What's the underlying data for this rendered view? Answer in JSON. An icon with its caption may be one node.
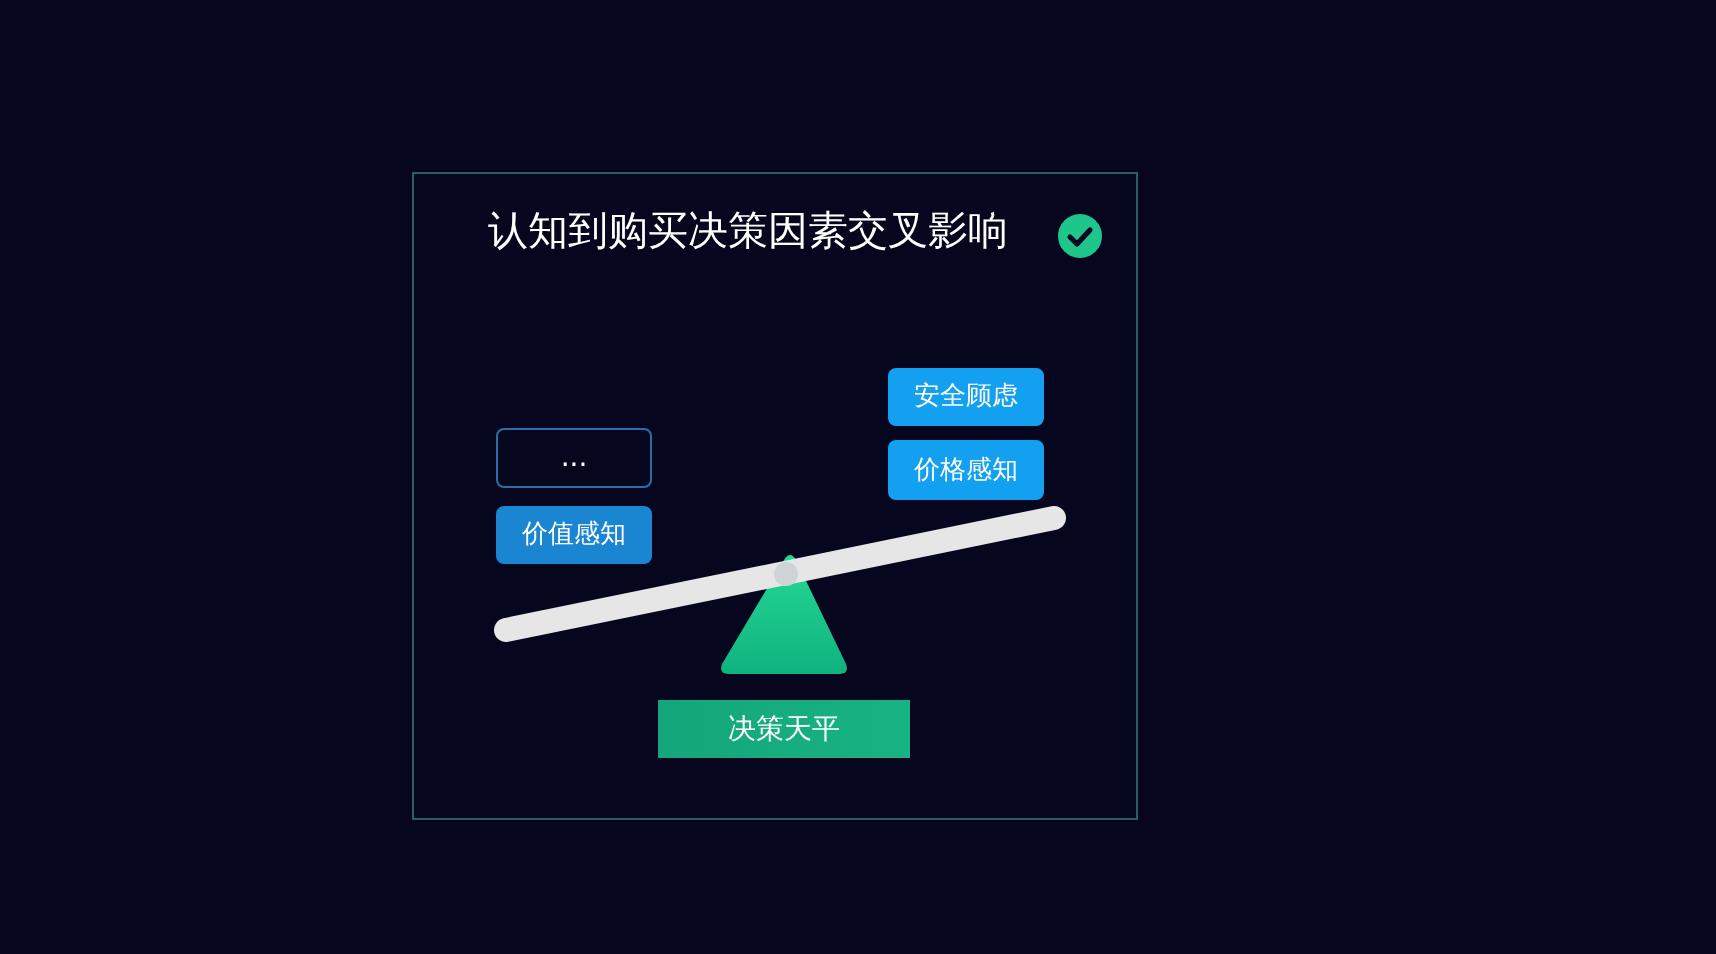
{
  "diagram": {
    "nodes": [
      {
        "text": [
          "认知到购买决策因素交叉影响"
        ]
      },
      {
        "text": [
          "..."
        ],
        "in": 0
      },
      {
        "text": [
          "价值感知"
        ],
        "in": 0
      },
      {
        "text": [
          "安全顾虑"
        ],
        "in": 0
      },
      {
        "text": [
          "价格感知"
        ],
        "in": 0
      },
      {
        "text": [
          "决策天平"
        ],
        "in": 0
      }
    ],
    "edges": []
  }
}
